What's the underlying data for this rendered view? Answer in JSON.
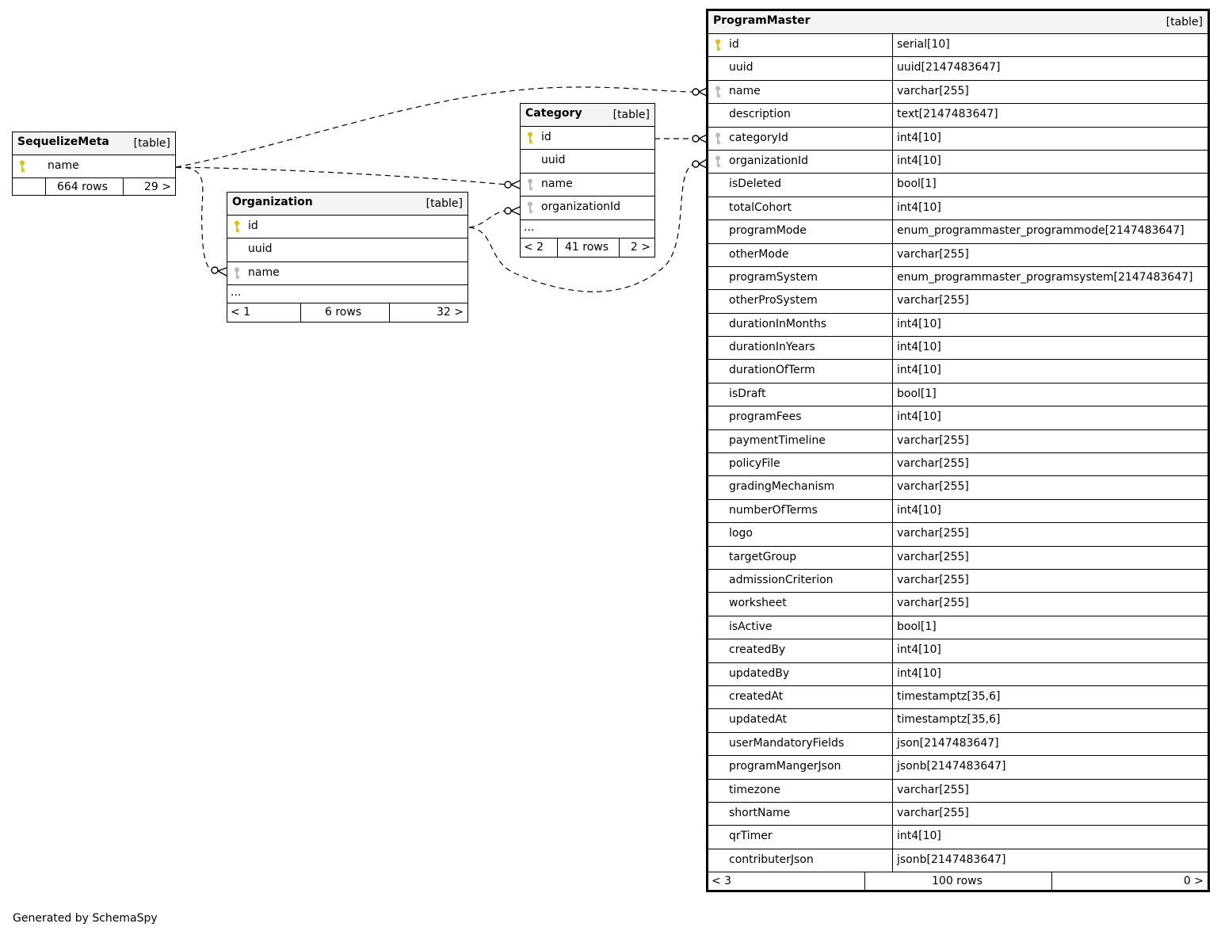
{
  "tables": {
    "sequelize_meta": {
      "name": "SequelizeMeta",
      "type": "[table]",
      "columns": [
        {
          "name": "name",
          "key": "primary"
        }
      ],
      "footer": {
        "parents": "",
        "rows": "664 rows",
        "children": "29 >"
      }
    },
    "category": {
      "name": "Category",
      "type": "[table]",
      "columns": [
        {
          "name": "id",
          "key": "primary"
        },
        {
          "name": "uuid",
          "key": "none"
        },
        {
          "name": "name",
          "key": "foreign"
        },
        {
          "name": "organizationId",
          "key": "foreign"
        }
      ],
      "ellipsis": "...",
      "footer": {
        "parents": "< 2",
        "rows": "41 rows",
        "children": "2 >"
      }
    },
    "organization": {
      "name": "Organization",
      "type": "[table]",
      "columns": [
        {
          "name": "id",
          "key": "primary"
        },
        {
          "name": "uuid",
          "key": "none"
        },
        {
          "name": "name",
          "key": "foreign"
        }
      ],
      "ellipsis": "...",
      "footer": {
        "parents": "< 1",
        "rows": "6 rows",
        "children": "32 >"
      }
    },
    "program_master": {
      "name": "ProgramMaster",
      "type": "[table]",
      "columns": [
        {
          "name": "id",
          "type": "serial[10]",
          "key": "primary"
        },
        {
          "name": "uuid",
          "type": "uuid[2147483647]",
          "key": "none"
        },
        {
          "name": "name",
          "type": "varchar[255]",
          "key": "foreign"
        },
        {
          "name": "description",
          "type": "text[2147483647]",
          "key": "none"
        },
        {
          "name": "categoryId",
          "type": "int4[10]",
          "key": "foreign"
        },
        {
          "name": "organizationId",
          "type": "int4[10]",
          "key": "foreign"
        },
        {
          "name": "isDeleted",
          "type": "bool[1]",
          "key": "none"
        },
        {
          "name": "totalCohort",
          "type": "int4[10]",
          "key": "none"
        },
        {
          "name": "programMode",
          "type": "enum_programmaster_programmode[2147483647]",
          "key": "none"
        },
        {
          "name": "otherMode",
          "type": "varchar[255]",
          "key": "none"
        },
        {
          "name": "programSystem",
          "type": "enum_programmaster_programsystem[2147483647]",
          "key": "none"
        },
        {
          "name": "otherProSystem",
          "type": "varchar[255]",
          "key": "none"
        },
        {
          "name": "durationInMonths",
          "type": "int4[10]",
          "key": "none"
        },
        {
          "name": "durationInYears",
          "type": "int4[10]",
          "key": "none"
        },
        {
          "name": "durationOfTerm",
          "type": "int4[10]",
          "key": "none"
        },
        {
          "name": "isDraft",
          "type": "bool[1]",
          "key": "none"
        },
        {
          "name": "programFees",
          "type": "int4[10]",
          "key": "none"
        },
        {
          "name": "paymentTimeline",
          "type": "varchar[255]",
          "key": "none"
        },
        {
          "name": "policyFile",
          "type": "varchar[255]",
          "key": "none"
        },
        {
          "name": "gradingMechanism",
          "type": "varchar[255]",
          "key": "none"
        },
        {
          "name": "numberOfTerms",
          "type": "int4[10]",
          "key": "none"
        },
        {
          "name": "logo",
          "type": "varchar[255]",
          "key": "none"
        },
        {
          "name": "targetGroup",
          "type": "varchar[255]",
          "key": "none"
        },
        {
          "name": "admissionCriterion",
          "type": "varchar[255]",
          "key": "none"
        },
        {
          "name": "worksheet",
          "type": "varchar[255]",
          "key": "none"
        },
        {
          "name": "isActive",
          "type": "bool[1]",
          "key": "none"
        },
        {
          "name": "createdBy",
          "type": "int4[10]",
          "key": "none"
        },
        {
          "name": "updatedBy",
          "type": "int4[10]",
          "key": "none"
        },
        {
          "name": "createdAt",
          "type": "timestamptz[35,6]",
          "key": "none"
        },
        {
          "name": "updatedAt",
          "type": "timestamptz[35,6]",
          "key": "none"
        },
        {
          "name": "userMandatoryFields",
          "type": "json[2147483647]",
          "key": "none"
        },
        {
          "name": "programMangerJson",
          "type": "jsonb[2147483647]",
          "key": "none"
        },
        {
          "name": "timezone",
          "type": "varchar[255]",
          "key": "none"
        },
        {
          "name": "shortName",
          "type": "varchar[255]",
          "key": "none"
        },
        {
          "name": "qrTimer",
          "type": "int4[10]",
          "key": "none"
        },
        {
          "name": "contributerJson",
          "type": "jsonb[2147483647]",
          "key": "none"
        }
      ],
      "footer": {
        "parents": "< 3",
        "rows": "100 rows",
        "children": "0 >"
      }
    }
  },
  "generated_by": "Generated by SchemaSpy",
  "colors": {
    "primary_key": "#e0c000",
    "foreign_key": "#b8b8b8",
    "header_bg": "#f4f4f4",
    "line": "#000000"
  },
  "icons": {
    "primary": "key-icon",
    "foreign": "foreign-key-icon"
  }
}
